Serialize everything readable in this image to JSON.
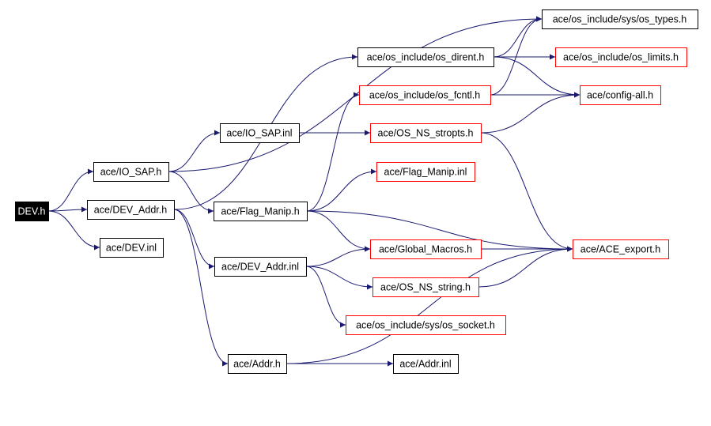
{
  "colors": {
    "edge": "#191970",
    "border_normal": "#000000",
    "border_external": "#ff0000",
    "root_fill": "#000000",
    "root_text": "#ffffff",
    "node_fill": "#ffffff",
    "node_text": "#000000"
  },
  "nodes": [
    {
      "id": "dev_h",
      "label": "DEV.h",
      "kind": "root"
    },
    {
      "id": "io_sap_h",
      "label": "ace/IO_SAP.h",
      "kind": "normal"
    },
    {
      "id": "dev_addr_h",
      "label": "ace/DEV_Addr.h",
      "kind": "normal"
    },
    {
      "id": "dev_inl",
      "label": "ace/DEV.inl",
      "kind": "normal"
    },
    {
      "id": "io_sap_inl",
      "label": "ace/IO_SAP.inl",
      "kind": "normal"
    },
    {
      "id": "flag_manip_h",
      "label": "ace/Flag_Manip.h",
      "kind": "normal"
    },
    {
      "id": "dev_addr_inl",
      "label": "ace/DEV_Addr.inl",
      "kind": "normal"
    },
    {
      "id": "addr_h",
      "label": "ace/Addr.h",
      "kind": "normal"
    },
    {
      "id": "addr_inl",
      "label": "ace/Addr.inl",
      "kind": "normal"
    },
    {
      "id": "os_dirent_h",
      "label": "ace/os_include/os_dirent.h",
      "kind": "normal"
    },
    {
      "id": "os_types_h",
      "label": "ace/os_include/sys/os_types.h",
      "kind": "normal"
    },
    {
      "id": "os_fcntl_h",
      "label": "ace/os_include/os_fcntl.h",
      "kind": "external"
    },
    {
      "id": "os_ns_stropts_h",
      "label": "ace/OS_NS_stropts.h",
      "kind": "external"
    },
    {
      "id": "flag_manip_inl",
      "label": "ace/Flag_Manip.inl",
      "kind": "external"
    },
    {
      "id": "global_macros_h",
      "label": "ace/Global_Macros.h",
      "kind": "external"
    },
    {
      "id": "os_ns_string_h",
      "label": "ace/OS_NS_string.h",
      "kind": "external"
    },
    {
      "id": "os_socket_h",
      "label": "ace/os_include/sys/os_socket.h",
      "kind": "external"
    },
    {
      "id": "os_limits_h",
      "label": "ace/os_include/os_limits.h",
      "kind": "external"
    },
    {
      "id": "config_all_h",
      "label": "ace/config-all.h",
      "kind": "external"
    },
    {
      "id": "ace_export_h",
      "label": "ace/ACE_export.h",
      "kind": "external"
    }
  ],
  "edges": [
    [
      "dev_h",
      "io_sap_h"
    ],
    [
      "dev_h",
      "dev_addr_h"
    ],
    [
      "dev_h",
      "dev_inl"
    ],
    [
      "io_sap_h",
      "io_sap_inl"
    ],
    [
      "io_sap_h",
      "flag_manip_h"
    ],
    [
      "io_sap_h",
      "os_types_h"
    ],
    [
      "io_sap_inl",
      "os_ns_stropts_h"
    ],
    [
      "dev_addr_h",
      "os_dirent_h"
    ],
    [
      "dev_addr_h",
      "dev_addr_inl"
    ],
    [
      "dev_addr_h",
      "addr_h"
    ],
    [
      "flag_manip_h",
      "os_fcntl_h"
    ],
    [
      "flag_manip_h",
      "flag_manip_inl"
    ],
    [
      "flag_manip_h",
      "global_macros_h"
    ],
    [
      "flag_manip_h",
      "ace_export_h"
    ],
    [
      "dev_addr_inl",
      "global_macros_h"
    ],
    [
      "dev_addr_inl",
      "os_ns_string_h"
    ],
    [
      "dev_addr_inl",
      "os_socket_h"
    ],
    [
      "addr_h",
      "addr_inl"
    ],
    [
      "addr_h",
      "ace_export_h"
    ],
    [
      "os_dirent_h",
      "os_types_h"
    ],
    [
      "os_dirent_h",
      "os_limits_h"
    ],
    [
      "os_dirent_h",
      "config_all_h"
    ],
    [
      "os_fcntl_h",
      "os_types_h"
    ],
    [
      "os_fcntl_h",
      "config_all_h"
    ],
    [
      "os_ns_stropts_h",
      "config_all_h"
    ],
    [
      "os_ns_stropts_h",
      "ace_export_h"
    ],
    [
      "global_macros_h",
      "ace_export_h"
    ],
    [
      "os_ns_string_h",
      "ace_export_h"
    ]
  ]
}
